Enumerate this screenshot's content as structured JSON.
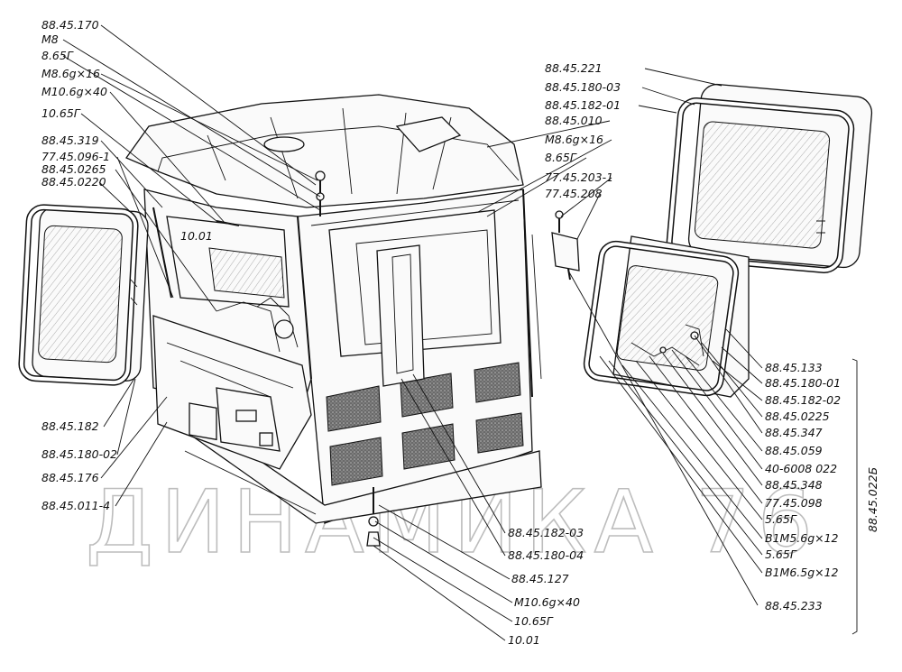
{
  "watermark": "ДИНАМИКА 76",
  "group_label": "88.45.022Б",
  "labels_left": [
    "88.45.170",
    "М8",
    "8.65Г",
    "М8.6g×16",
    "М10.6g×40",
    "10.65Г",
    "88.45.319",
    "77.45.096-1",
    "88.45.0265",
    "88.45.0220",
    "10.01",
    "88.45.182",
    "88.45.180-02",
    "88.45.176",
    "88.45.011-4"
  ],
  "labels_top_right": [
    "88.45.221",
    "88.45.180-03",
    "88.45.182-01",
    "88.45.010",
    "М8.6g×16",
    "8.65Г",
    "77.45.203-1",
    "77.45.208"
  ],
  "labels_right": [
    "88.45.133",
    "88.45.180-01",
    "88.45.182-02",
    "88.45.0225",
    "88.45.347",
    "88.45.059",
    "40-6008 022",
    "88.45.348",
    "77.45.098",
    "5.65Г",
    "В1М5.6g×12",
    "5.65Г",
    "В1М6.5g×12",
    "88.45.233"
  ],
  "labels_bottom": [
    "88.45.182-03",
    "88.45.180-04",
    "88.45.127",
    "М10.6g×40",
    "10.65Г",
    "10.01"
  ]
}
